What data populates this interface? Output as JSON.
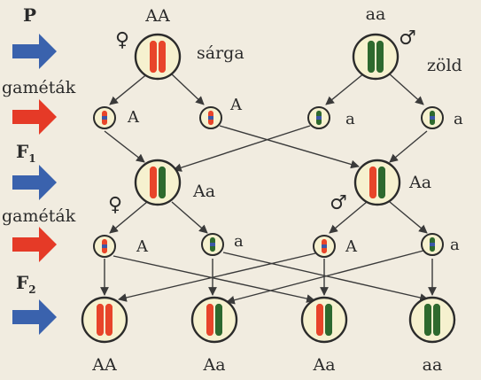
{
  "rows": {
    "p": "P",
    "gametes1": "gaméták",
    "f1_letter": "F",
    "f1_sub": "1",
    "gametes2": "gaméták",
    "f2_letter": "F",
    "f2_sub": "2"
  },
  "parents": {
    "left_genotype": "AA",
    "left_sex": "♀",
    "left_trait": "sárga",
    "right_genotype": "aa",
    "right_sex": "♂",
    "right_trait": "zöld"
  },
  "gametes_p": [
    "A",
    "A",
    "a",
    "a"
  ],
  "f1": {
    "left_sex": "♀",
    "left_genotype": "Aa",
    "right_sex": "♂",
    "right_genotype": "Aa"
  },
  "gametes_f1": [
    "A",
    "a",
    "A",
    "a"
  ],
  "f2": [
    "AA",
    "Aa",
    "Aa",
    "aa"
  ],
  "colors": {
    "background": "#f1ece0",
    "arrow_blue": "#3a62ad",
    "arrow_red": "#e53a27",
    "chrom_red": "#e8452a",
    "chrom_green": "#2e6a2e",
    "cell_fill": "#f6f1cf",
    "cell_stroke": "#2b2b2b",
    "line": "#3a3a3a"
  }
}
